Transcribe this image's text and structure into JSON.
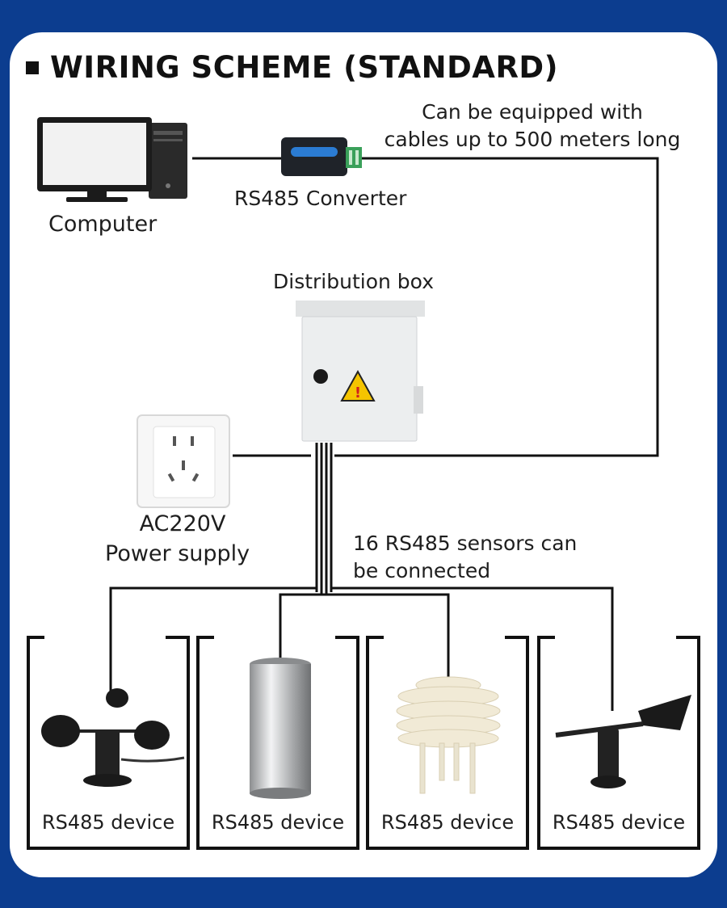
{
  "title": "WIRING SCHEME (STANDARD)",
  "labels": {
    "computer": "Computer",
    "converter": "RS485 Converter",
    "cable_note_1": "Can be equipped with",
    "cable_note_2": "cables up to 500 meters long",
    "distribution_box": "Distribution box",
    "power_1": "AC220V",
    "power_2": "Power supply",
    "sensors_1": "16 RS485 sensors can",
    "sensors_2": "be connected"
  },
  "devices": [
    {
      "label": "RS485 device",
      "icon": "anemometer-icon"
    },
    {
      "label": "RS485 device",
      "icon": "rain-gauge-icon"
    },
    {
      "label": "RS485 device",
      "icon": "radiation-shield-icon"
    },
    {
      "label": "RS485 device",
      "icon": "wind-vane-icon"
    }
  ],
  "colors": {
    "background": "#0c3d8f",
    "card": "#ffffff",
    "line": "#111111",
    "warning": "#f5c400"
  }
}
